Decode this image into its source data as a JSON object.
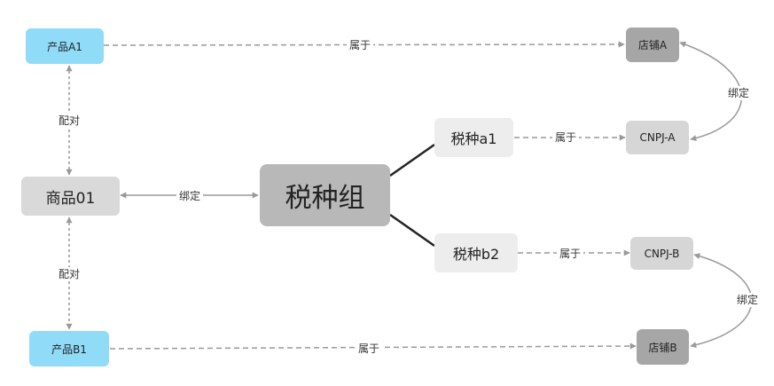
{
  "nodes": {
    "product_a1": "产品A1",
    "product_b1": "产品B1",
    "goods_01": "商品01",
    "tax_group": "税种组",
    "tax_a1": "税种a1",
    "tax_b2": "税种b2",
    "store_a": "店铺A",
    "store_b": "店铺B",
    "cnpj_a": "CNPJ-A",
    "cnpj_b": "CNPJ-B"
  },
  "edges": {
    "a1_store_a": "属于",
    "a1_goods_01": "配对",
    "goods_b1": "配对",
    "goods_tax_group": "绑定",
    "tax_a1_cnpj_a": "属于",
    "tax_b2_cnpj_b": "属于",
    "b1_store_b": "属于",
    "store_a_cnpj_a": "绑定",
    "cnpj_b_store_b": "绑定"
  },
  "colors": {
    "product": "#8fdbf8",
    "goods": "#d9d9d9",
    "tax_group": "#b8b8b8",
    "tax_type": "#ededed",
    "cnpj": "#d6d6d6",
    "store": "#a6a6a6",
    "dashed_edge": "#999999",
    "solid_edge": "#222222"
  }
}
